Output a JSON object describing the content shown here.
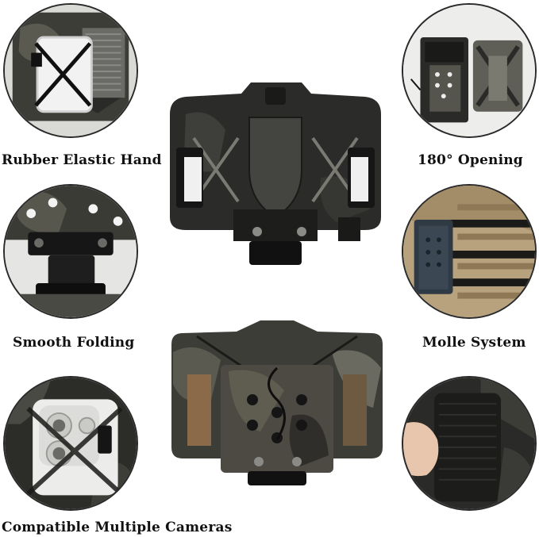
{
  "captions": {
    "rubber_elastic_hand": "Rubber Elastic Hand",
    "opening_180": "180°  Opening",
    "smooth_folding": "Smooth Folding",
    "molle_system": "Molle System",
    "compatible_cameras": "Compatible Multiple Cameras"
  },
  "colors": {
    "background": "#ffffff",
    "camo_dark": "#2b2b2a",
    "camo_mid": "#4a4a44",
    "camo_light": "#6b6a60",
    "metal": "#1c1c1c",
    "coyote": "#a38c68"
  }
}
